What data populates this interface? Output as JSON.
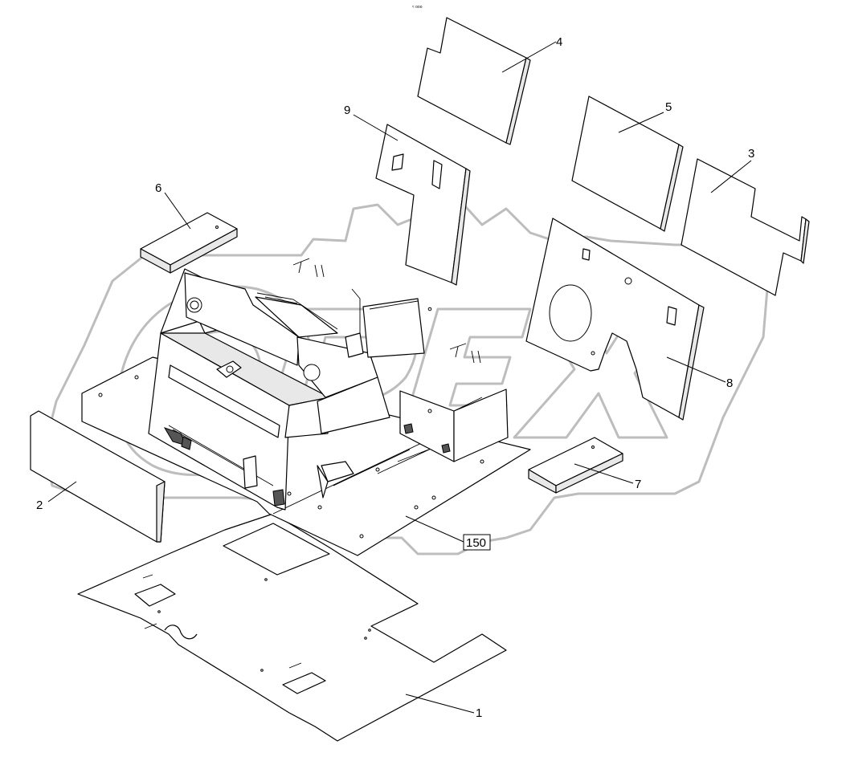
{
  "header": {
    "top_mark": "≈ ooo"
  },
  "watermark": {
    "text": "OPEX",
    "color": "#bdbdbd"
  },
  "callouts": [
    {
      "id": "1",
      "label": "1"
    },
    {
      "id": "2",
      "label": "2"
    },
    {
      "id": "3",
      "label": "3"
    },
    {
      "id": "4",
      "label": "4"
    },
    {
      "id": "5",
      "label": "5"
    },
    {
      "id": "6",
      "label": "6"
    },
    {
      "id": "7",
      "label": "7"
    },
    {
      "id": "8",
      "label": "8"
    },
    {
      "id": "9",
      "label": "9"
    },
    {
      "id": "150",
      "label": "150",
      "boxed": true
    }
  ],
  "colors": {
    "line": "#000000",
    "background": "#ffffff",
    "watermark": "#bdbdbd"
  }
}
